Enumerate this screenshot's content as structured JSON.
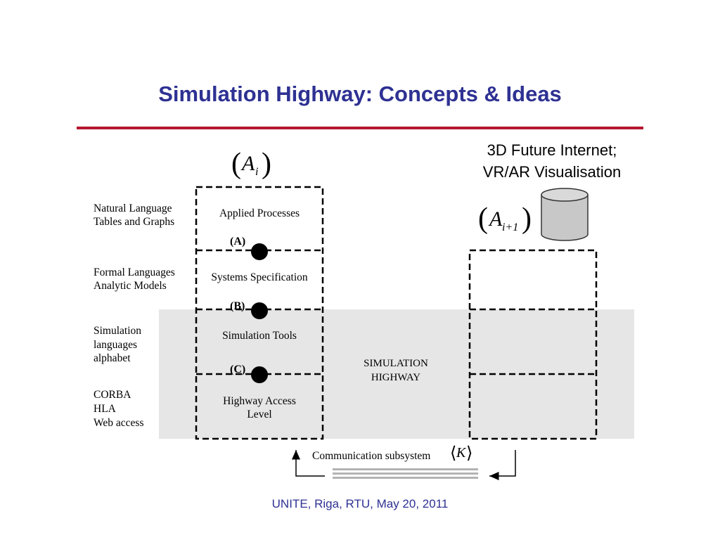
{
  "slide": {
    "title": "Simulation Highway: Concepts & Ideas",
    "footer": "UNITE, Riga, RTU, May 20, 2011",
    "colors": {
      "title": "#2e3192",
      "rule": "#b5172f",
      "highway_band": "#e6e6e6"
    }
  },
  "callout": {
    "line1": "3D Future Internet;",
    "line2": "VR/AR Visualisation"
  },
  "diagram": {
    "left_labels": {
      "natural": [
        "Natural Language",
        "Tables and Graphs"
      ],
      "formal": [
        "Formal Languages",
        "Analytic Models"
      ],
      "simlang": [
        "Simulation",
        "languages",
        "alphabet"
      ],
      "corba": [
        "CORBA",
        "HLA",
        "Web access"
      ]
    },
    "stack_symbol": {
      "base": "A",
      "subscript": "i"
    },
    "stack_layers": {
      "applied": "Applied Processes",
      "systems": "Systems Specification",
      "simtools": "Simulation Tools",
      "access": [
        "Highway Access",
        "Level"
      ]
    },
    "markers": {
      "a": "(A)",
      "b": "(B)",
      "c": "(C)"
    },
    "highway": [
      "SIMULATION",
      "HIGHWAY"
    ],
    "next_symbol": {
      "base": "A",
      "subscript": "i+1"
    },
    "comm": {
      "label": "Communication subsystem",
      "symbol": "K"
    },
    "icons": {
      "database": "database-cylinder-icon"
    }
  }
}
